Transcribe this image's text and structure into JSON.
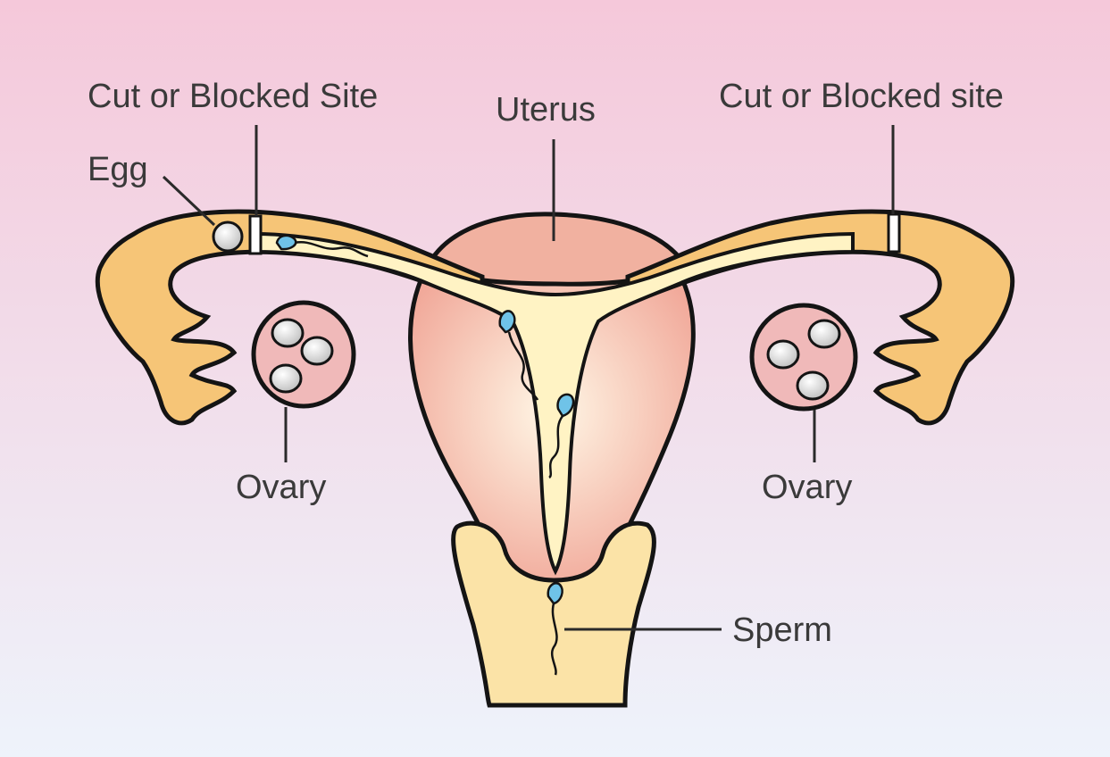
{
  "labels": {
    "cut_left": "Cut or Blocked Site",
    "uterus": "Uterus",
    "cut_right": "Cut or Blocked site",
    "egg": "Egg",
    "ovary_left": "Ovary",
    "ovary_right": "Ovary",
    "sperm": "Sperm"
  },
  "colors": {
    "background_top": "#f5c8da",
    "background_bottom": "#eef3fb",
    "tube": "#f6c577",
    "inner_canal": "#fff3c4",
    "uterus_wall": "#f1a99a",
    "ovary": "#f0b9b9",
    "egg": "#e4e4e4",
    "sperm": "#6fc3e8",
    "outline": "#141414"
  }
}
